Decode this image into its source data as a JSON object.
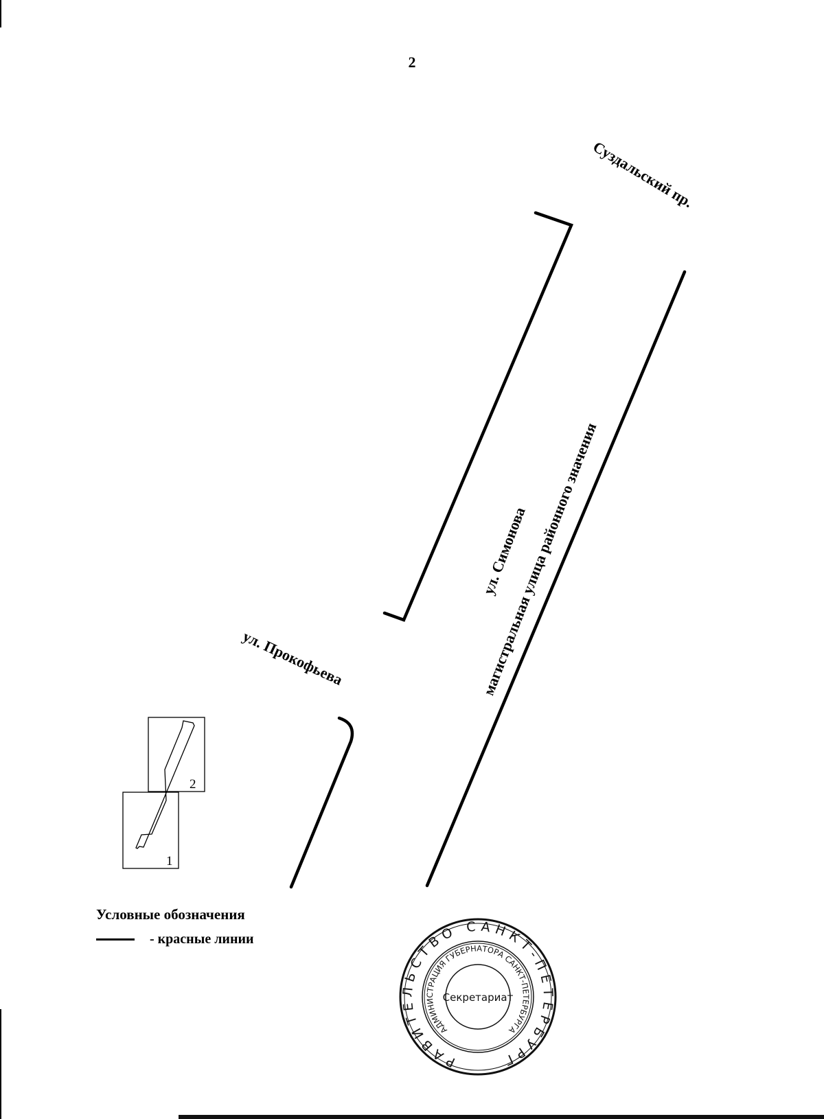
{
  "page_number": "2",
  "streets": {
    "suzdalsky": "Суздальский пр.",
    "simonova_name": "ул. Симонова",
    "simonova_class": "магистральная улица районного значения",
    "prokofieva": "ул. Прокофьева"
  },
  "inset": {
    "sheet_1": "1",
    "sheet_2": "2"
  },
  "legend": {
    "title": "Условные обозначения",
    "red_lines": "- красные линии"
  },
  "stamp": {
    "outer_text": "ПРАВИТЕЛЬСТВО САНКТ-ПЕТЕРБУРГА",
    "inner_text": "АДМИНИСТРАЦИЯ ГУБЕРНАТОРА САНКТ-ПЕТЕРБУРГА",
    "center_text": "Секретариат"
  },
  "colors": {
    "line": "#000000",
    "stamp": "#111111"
  }
}
